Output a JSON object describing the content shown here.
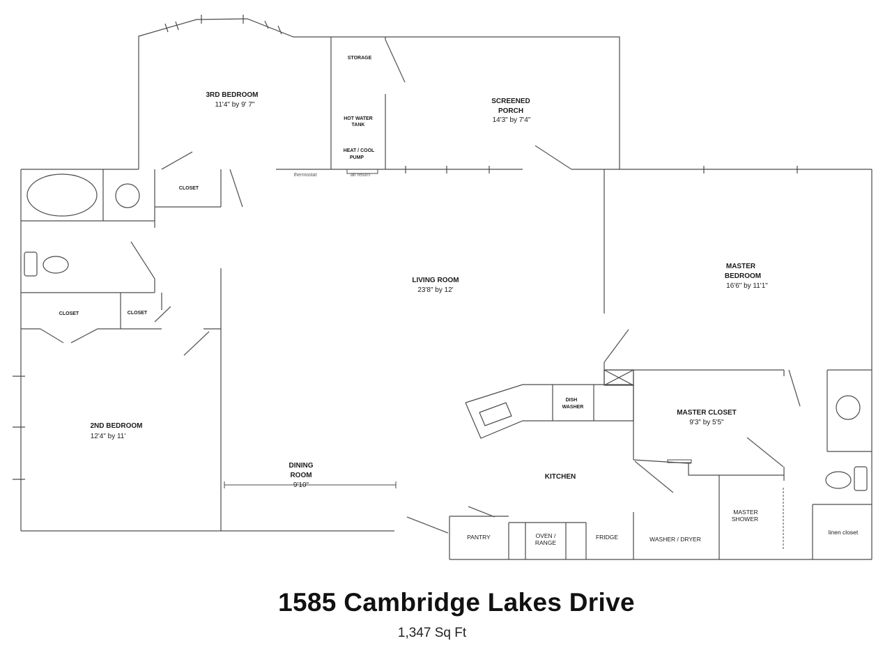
{
  "rooms": {
    "bedroom3": {
      "name": "3RD BEDROOM",
      "dims": "11'4\" by 9' 7\""
    },
    "storage": "STORAGE",
    "hot_water": [
      "HOT WATER",
      "TANK"
    ],
    "heat_pump": [
      "HEAT / COOL",
      "PUMP"
    ],
    "porch": {
      "name": [
        "SCREENED",
        "PORCH"
      ],
      "dims": "14'3\" by 7'4\""
    },
    "closet_top": "CLOSET",
    "thermostat": "thermostat",
    "air_return": "air return",
    "living": {
      "name": "LIVING ROOM",
      "dims": "23'8\" by 12'"
    },
    "master_bedroom": {
      "name": [
        "MASTER",
        "BEDROOM"
      ],
      "dims": "16'6\" by 11'1\""
    },
    "closet_left": "CLOSET",
    "closet_mid": "CLOSET",
    "bedroom2": {
      "name": "2ND BEDROOM",
      "dims": "12'4\" by 11'"
    },
    "dining": {
      "name": [
        "DINING",
        "ROOM"
      ],
      "dims": "9'10\""
    },
    "dishwasher": [
      "DISH",
      "WASHER"
    ],
    "master_closet": {
      "name": "MASTER CLOSET",
      "dims": "9'3\" by 5'5\""
    },
    "kitchen": "KITCHEN",
    "pantry": "PANTRY",
    "oven": [
      "OVEN /",
      "RANGE"
    ],
    "fridge": "FRIDGE",
    "washer": "WASHER / DRYER",
    "master_shower": [
      "MASTER",
      "SHOWER"
    ],
    "linen": "linen closet"
  },
  "footer": {
    "address": "1585 Cambridge Lakes Drive",
    "area": "1,347 Sq Ft"
  }
}
